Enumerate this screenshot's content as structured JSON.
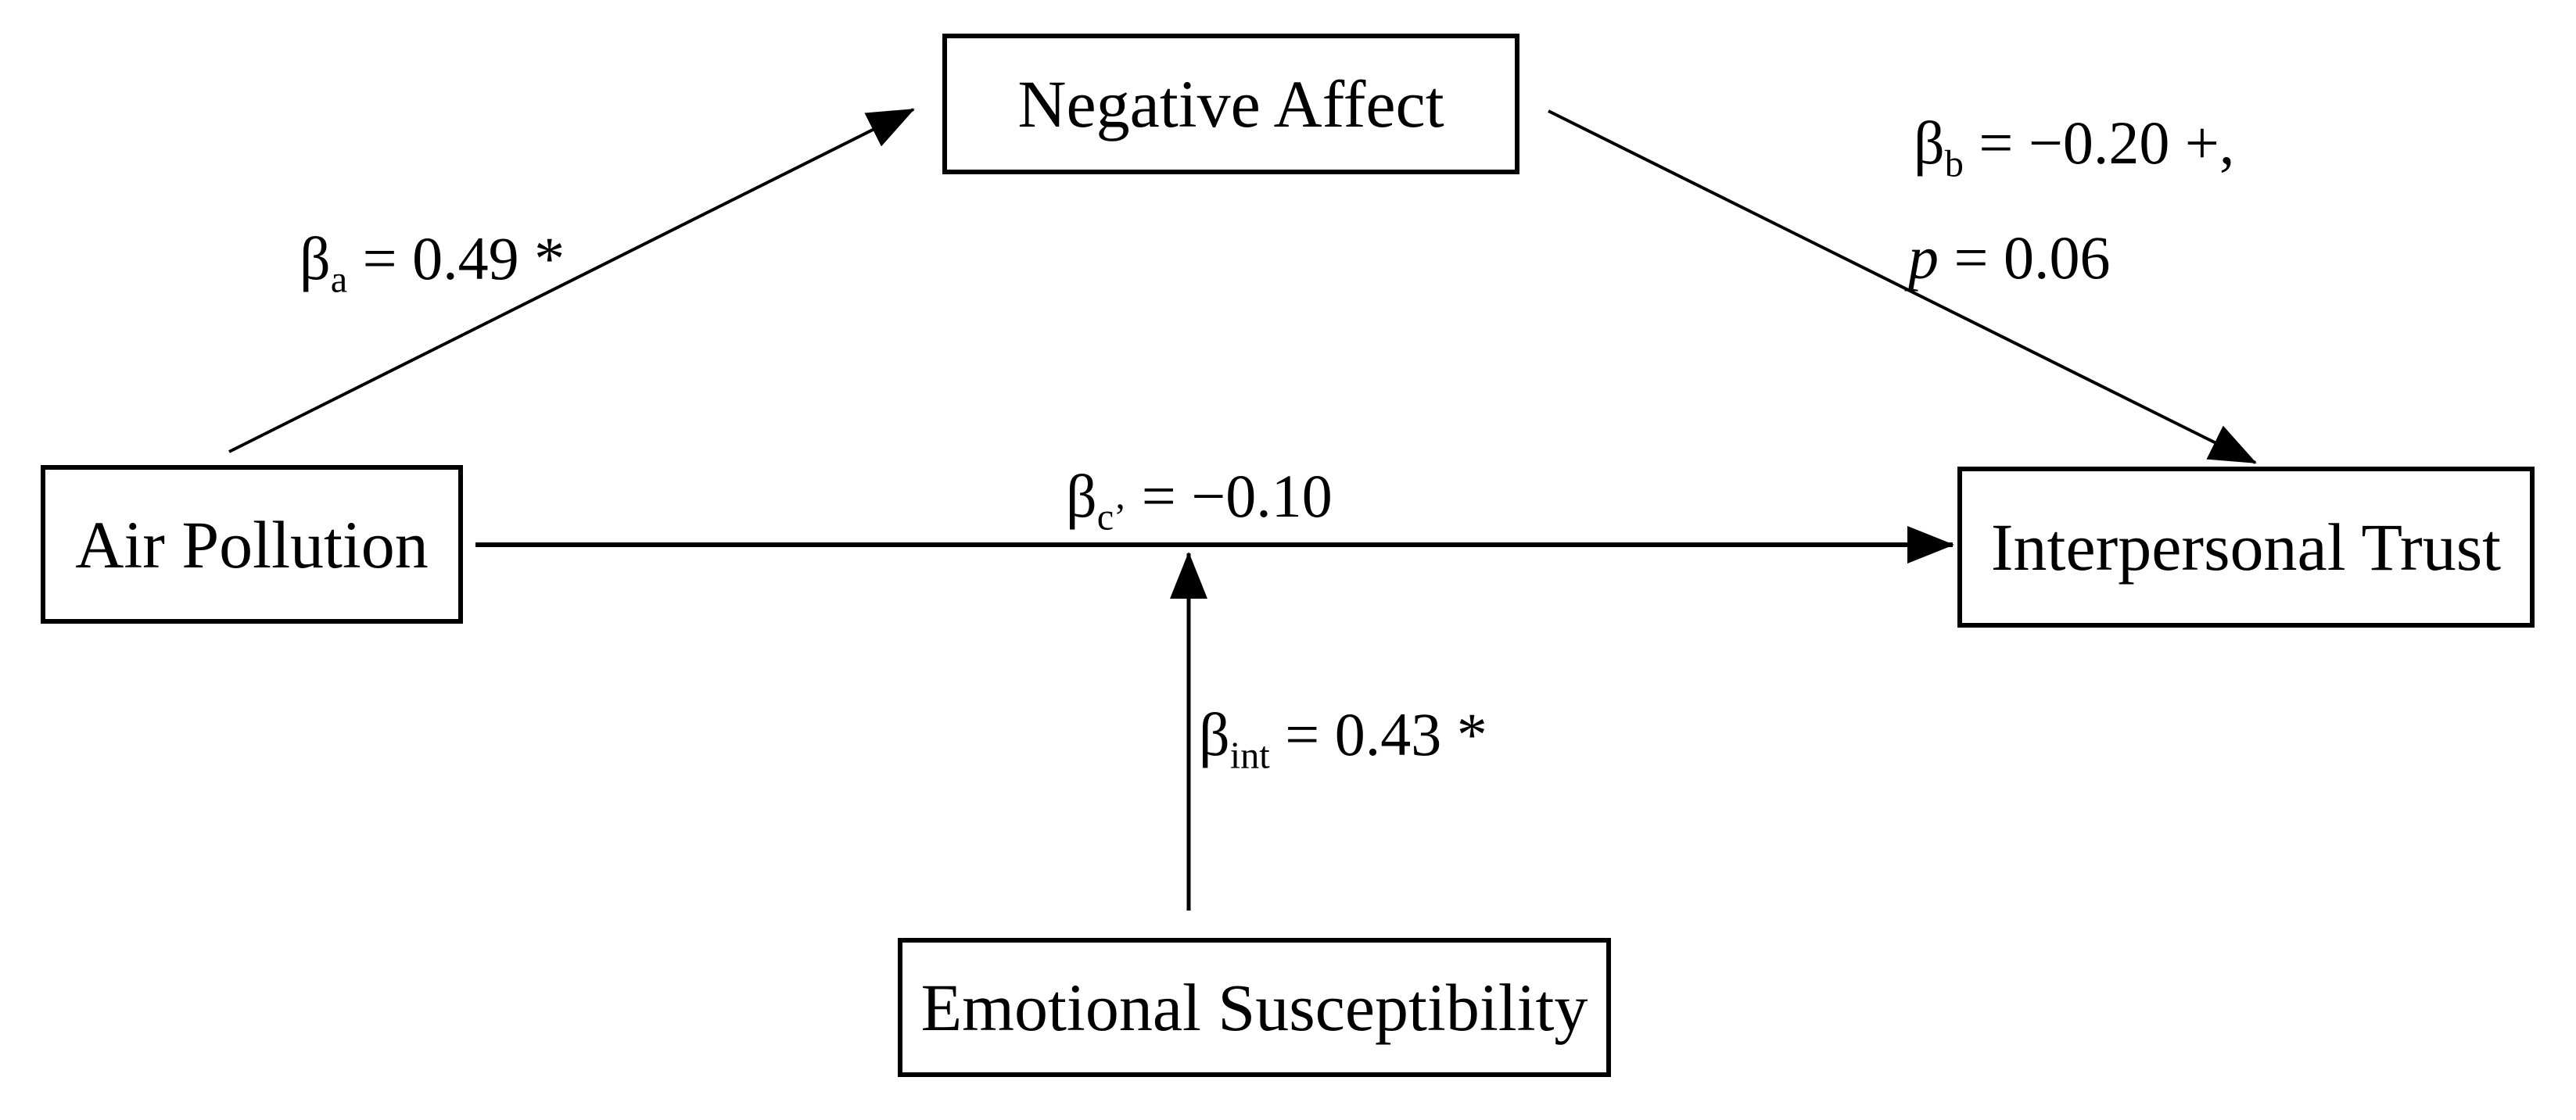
{
  "figure": {
    "type": "moderated-mediation-path-diagram",
    "background_color": "#ffffff",
    "line_color": "#000000",
    "text_color": "#000000"
  },
  "nodes": {
    "air_pollution": "Air Pollution",
    "negative_affect": "Negative Affect",
    "interpersonal_trust": "Interpersonal Trust",
    "emotional_susceptibility": "Emotional Susceptibility"
  },
  "paths": {
    "a": {
      "from": "Air Pollution",
      "to": "Negative Affect",
      "symbol": "β",
      "subscript": "a",
      "value": " = 0.49 *"
    },
    "b": {
      "from": "Negative Affect",
      "to": "Interpersonal Trust",
      "symbol": "β",
      "subscript": "b",
      "value": " = −0.20 +,",
      "p_symbol": "p",
      "p_value": " = 0.06"
    },
    "c_prime": {
      "from": "Air Pollution",
      "to": "Interpersonal Trust",
      "symbol": "β",
      "subscript": "c’",
      "value": " = −0.10"
    },
    "interaction": {
      "from": "Emotional Susceptibility",
      "to": "direct path",
      "symbol": "β",
      "subscript": "int",
      "value": " = 0.43 *"
    }
  }
}
